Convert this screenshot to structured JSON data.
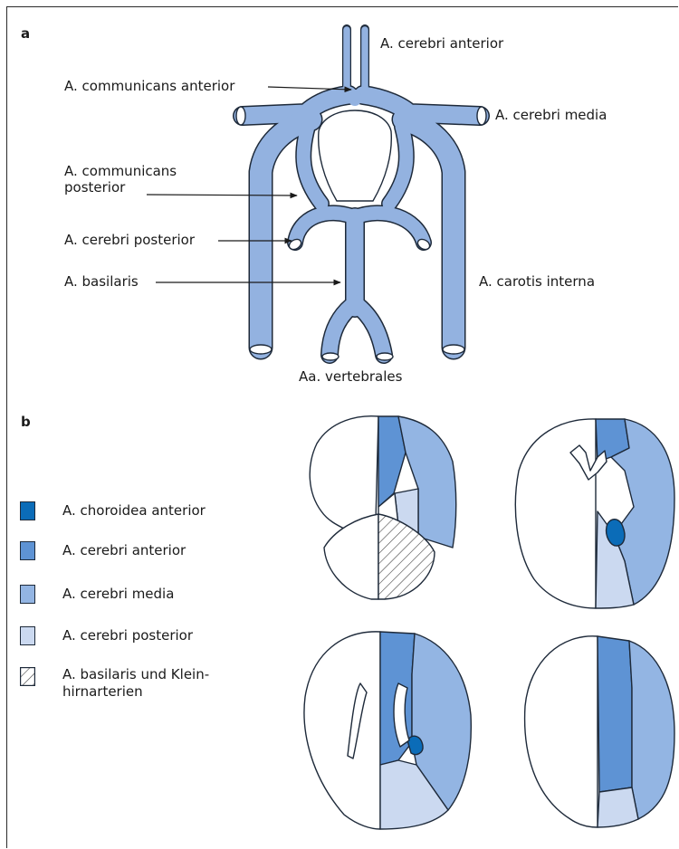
{
  "panel_a": {
    "letter": "a",
    "labels": {
      "cerebri_anterior": "A. cerebri anterior",
      "communicans_anterior": "A. communicans anterior",
      "cerebri_media": "A. cerebri media",
      "communicans_posterior_line1": "A. communicans",
      "communicans_posterior_line2": "posterior",
      "cerebri_posterior": "A. cerebri posterior",
      "basilaris": "A. basilaris",
      "carotis_interna": "A. carotis interna",
      "vertebrales": "Aa. vertebrales"
    }
  },
  "panel_b": {
    "letter": "b",
    "legend": [
      {
        "label": "A. choroidea anterior",
        "color": "#0b6cb8"
      },
      {
        "label": "A. cerebri anterior",
        "color": "#5e93d4"
      },
      {
        "label": "A. cerebri media",
        "color": "#93b5e3"
      },
      {
        "label": "A. cerebri posterior",
        "color": "#cbd9f0"
      },
      {
        "label_line1": "A. basilaris und Klein-",
        "label_line2": "hirnarterien",
        "pattern": "hatch"
      }
    ]
  },
  "colors": {
    "vessel_fill": "#93b2e0",
    "outline": "#1e2a3a",
    "choroidea": "#0b6cb8",
    "anterior": "#5e93d4",
    "media": "#93b5e3",
    "posterior": "#cbd9f0"
  }
}
